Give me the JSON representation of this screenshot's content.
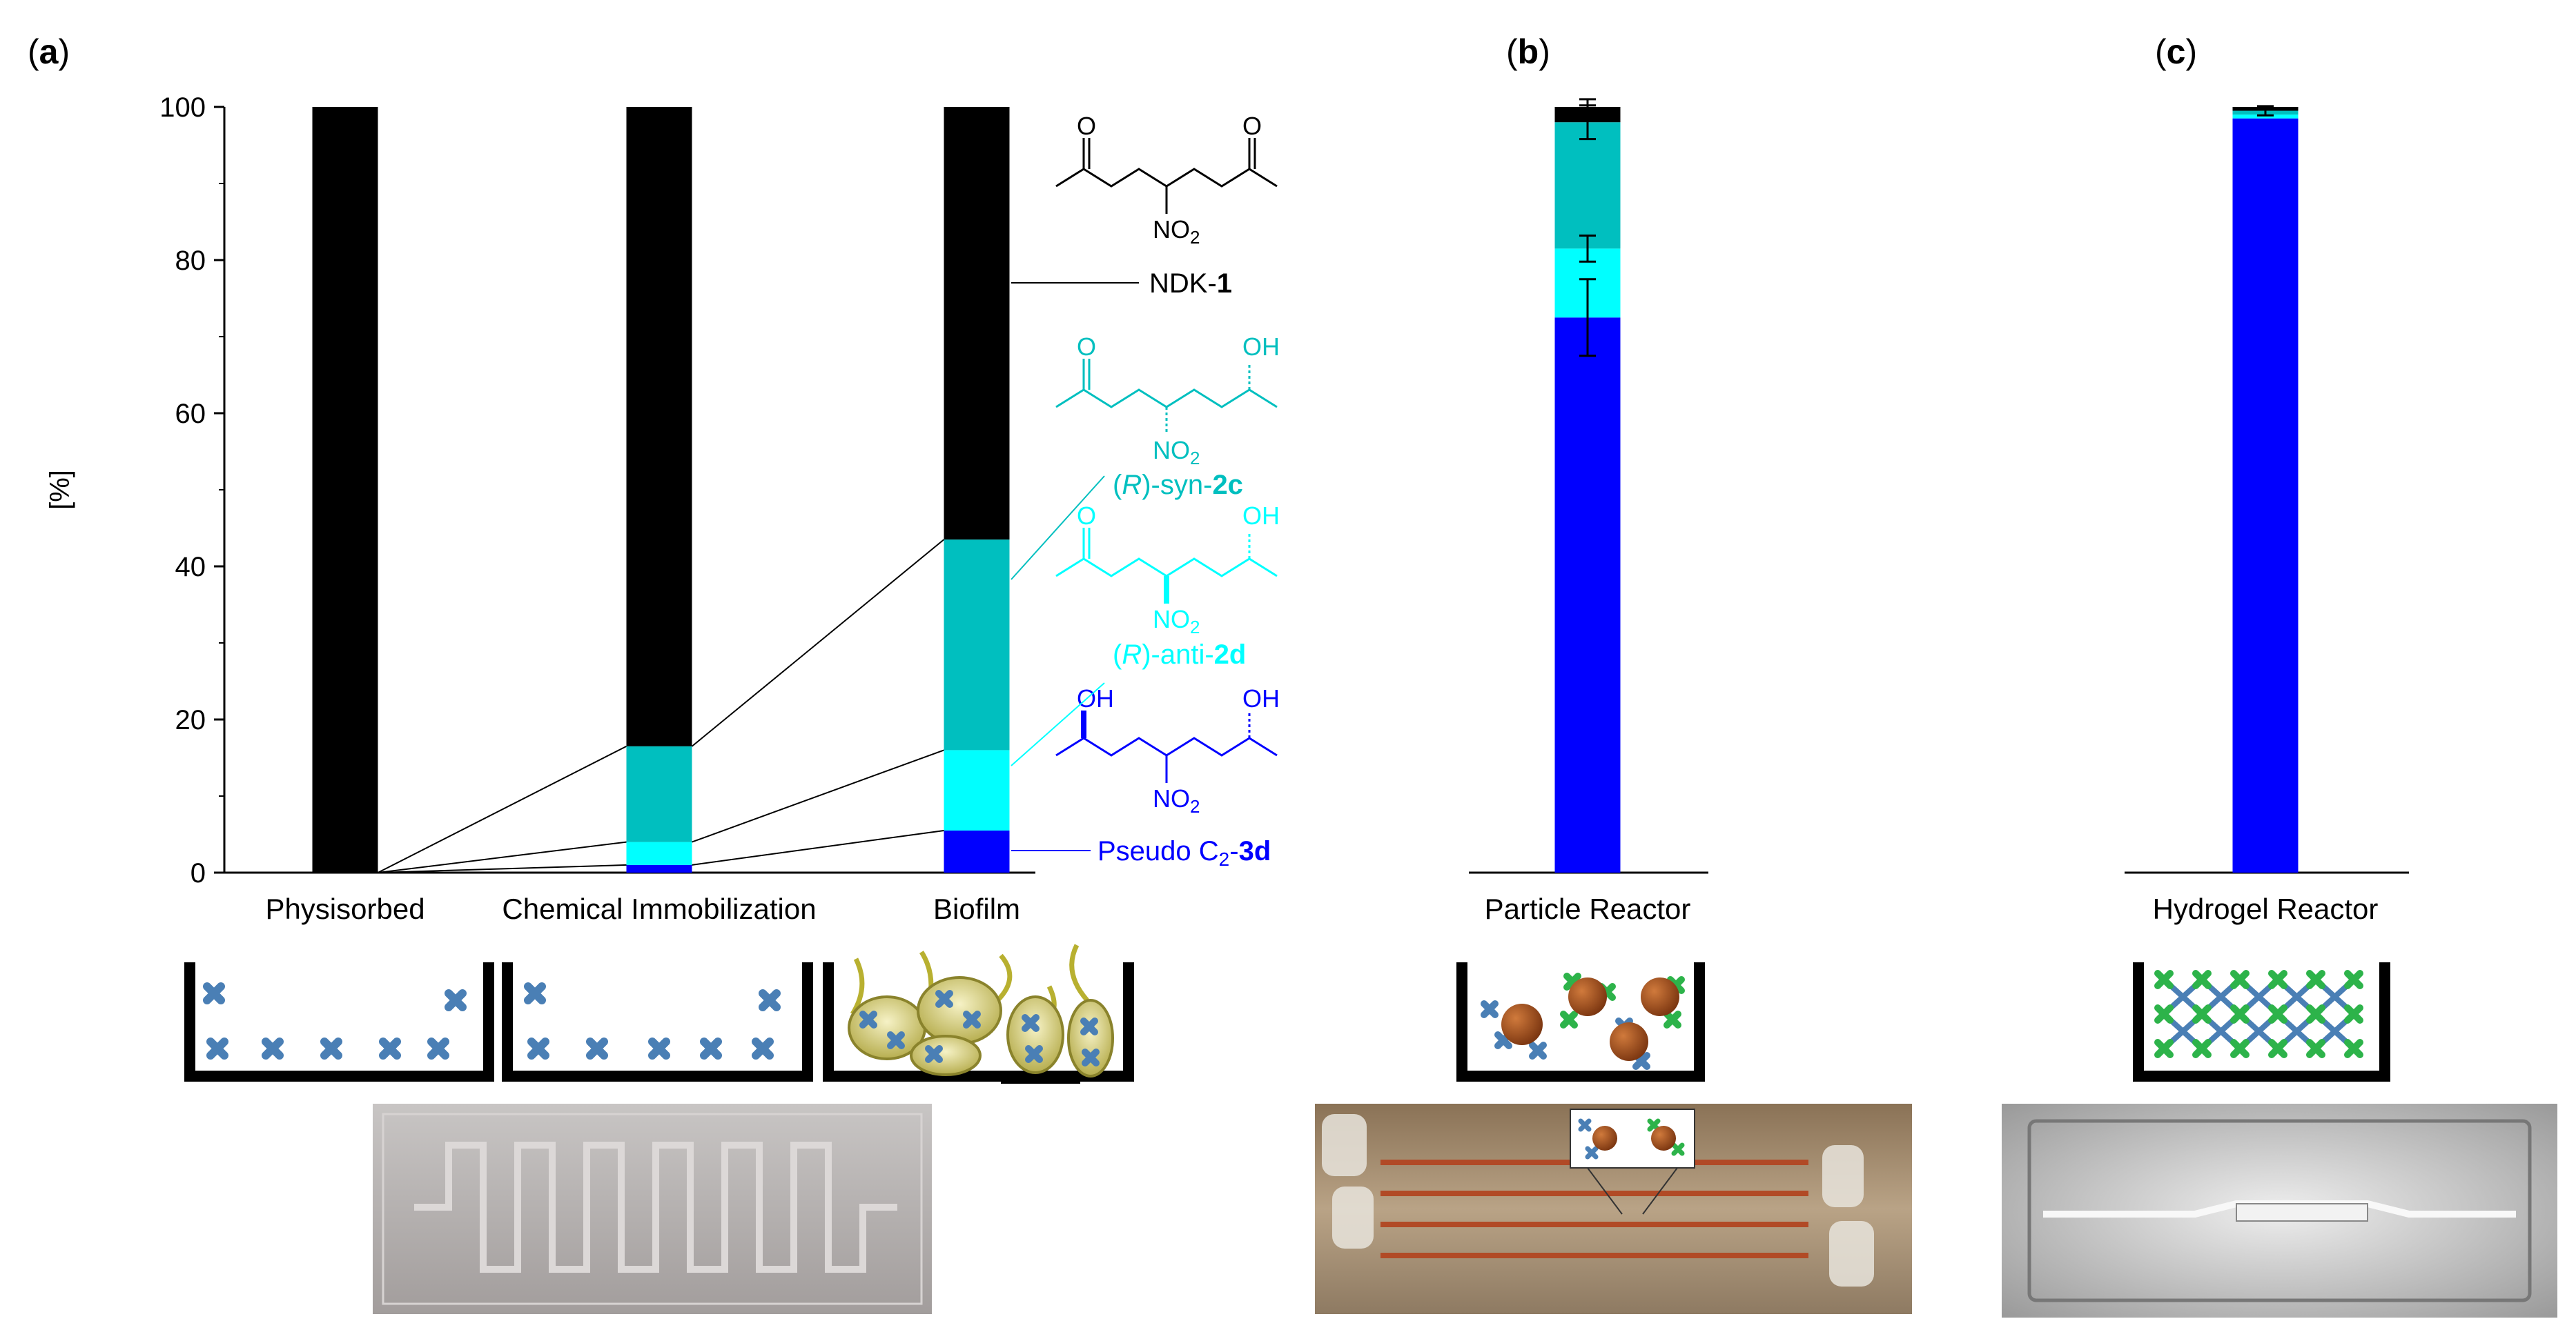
{
  "panels": {
    "a": {
      "label": "(a)",
      "bold": "a"
    },
    "b": {
      "label": "(b)",
      "bold": "b"
    },
    "c": {
      "label": "(c)",
      "bold": "c"
    }
  },
  "colors": {
    "ndk1": "#000000",
    "syn2c": "#00BFBF",
    "anti2d": "#00FFFF",
    "pseudo3d": "#0000FF",
    "cross_blue": "#4A7FB5",
    "cross_green": "#2DB34A",
    "particle": "#A0501E",
    "biofilm": "#B8B030"
  },
  "compounds": {
    "ndk1": {
      "prefix": "NDK-",
      "bold": "1"
    },
    "syn2c": {
      "prefix": "(",
      "italic": "R",
      "mid": ")-syn-",
      "bold": "2c"
    },
    "anti2d": {
      "prefix": "(",
      "italic": "R",
      "mid": ")-anti-",
      "bold": "2d"
    },
    "pseudo3d": {
      "prefix": "Pseudo C",
      "sub": "2",
      "mid": "-",
      "bold": "3d"
    }
  },
  "structure_text": {
    "O": "O",
    "OH": "OH",
    "NO2": "NO",
    "sub2": "2",
    "R": "(R)"
  },
  "chart_data": [
    {
      "panel": "a",
      "type": "bar",
      "stacked": true,
      "categories": [
        "Physisorbed",
        "Chemical Immobilization",
        "Biofilm"
      ],
      "series": [
        {
          "name": "Pseudo C2-3d",
          "color": "#0000FF",
          "values": [
            0,
            1,
            5.5
          ]
        },
        {
          "name": "(R)-anti-2d",
          "color": "#00FFFF",
          "values": [
            0,
            3,
            10.5
          ]
        },
        {
          "name": "(R)-syn-2c",
          "color": "#00BFBF",
          "values": [
            0,
            12.5,
            27.5
          ]
        },
        {
          "name": "NDK-1",
          "color": "#000000",
          "values": [
            100,
            83.5,
            56.5
          ]
        }
      ],
      "ylabel": "[%]",
      "ylim": [
        0,
        100
      ],
      "yticks": [
        0,
        20,
        40,
        60,
        80,
        100
      ]
    },
    {
      "panel": "b",
      "type": "bar",
      "stacked": true,
      "categories": [
        "Particle Reactor"
      ],
      "series": [
        {
          "name": "Pseudo C2-3d",
          "color": "#0000FF",
          "values": [
            72.5
          ],
          "error": [
            5
          ]
        },
        {
          "name": "(R)-anti-2d",
          "color": "#00FFFF",
          "values": [
            9
          ],
          "error": [
            1.7
          ]
        },
        {
          "name": "(R)-syn-2c",
          "color": "#00BFBF",
          "values": [
            16.5
          ],
          "error": [
            2.2
          ]
        },
        {
          "name": "NDK-1",
          "color": "#000000",
          "values": [
            2
          ],
          "error": [
            1
          ]
        }
      ],
      "ylim": [
        0,
        100
      ]
    },
    {
      "panel": "c",
      "type": "bar",
      "stacked": true,
      "categories": [
        "Hydrogel Reactor"
      ],
      "series": [
        {
          "name": "Pseudo C2-3d",
          "color": "#0000FF",
          "values": [
            98.5
          ],
          "error": [
            0
          ]
        },
        {
          "name": "(R)-anti-2d",
          "color": "#00FFFF",
          "values": [
            0.5
          ],
          "error": [
            0
          ]
        },
        {
          "name": "(R)-syn-2c",
          "color": "#00BFBF",
          "values": [
            0.5
          ],
          "error": [
            0.6
          ]
        },
        {
          "name": "NDK-1",
          "color": "#000000",
          "values": [
            0.5
          ],
          "error": [
            0
          ]
        }
      ],
      "ylim": [
        0,
        100
      ]
    }
  ]
}
